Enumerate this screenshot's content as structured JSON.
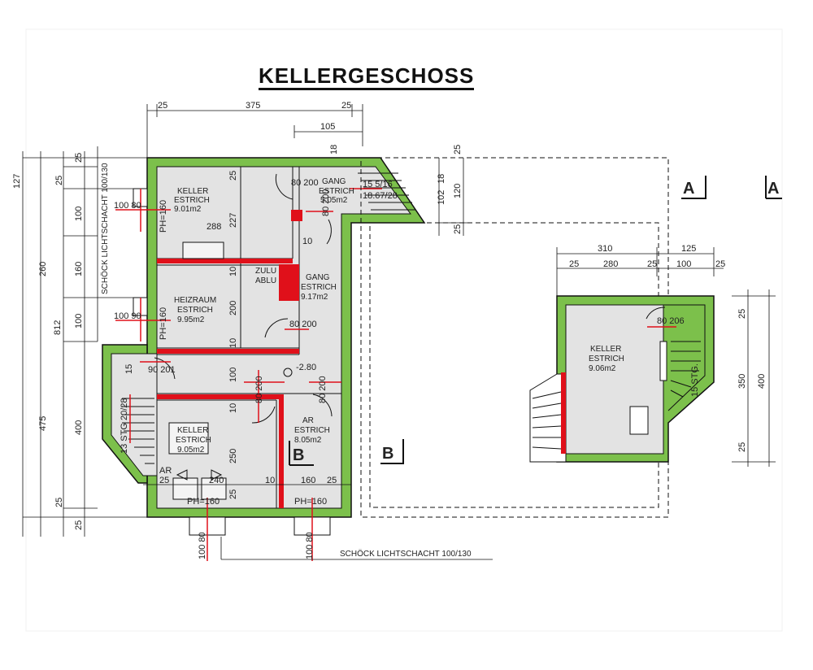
{
  "title": "KELLERGESCHOSS",
  "colors": {
    "wall": "#7cc04b",
    "accent": "#e0101a",
    "floor": "#e3e3e3",
    "line": "#111111"
  },
  "rooms": {
    "keller1": {
      "name": "KELLER",
      "floor": "ESTRICH",
      "area": "9.01m2"
    },
    "gang1": {
      "name": "GANG",
      "floor": "ESTRICH",
      "area": "5.05m2"
    },
    "heizraum": {
      "name": "HEIZRAUM",
      "floor": "ESTRICH",
      "area": "9.95m2"
    },
    "gang2": {
      "name": "GANG",
      "floor": "ESTRICH",
      "area": "9.17m2"
    },
    "keller2": {
      "name": "KELLER",
      "floor": "ESTRICH",
      "area": "9.05m2"
    },
    "ar": {
      "name": "AR",
      "floor": "ESTRICH",
      "area": "8.05m2"
    },
    "keller3": {
      "name": "KELLER",
      "floor": "ESTRICH",
      "area": "9.06m2"
    }
  },
  "labels": {
    "lichtschacht": "SCHÖCK LICHTSCHACHT 100/130",
    "zuluft": "ZULU",
    "abluft": "ABLU",
    "ph": "PH=160",
    "level": "-2.80",
    "stairs_main": "13 STG 20/28",
    "stairs_main_top": "15",
    "stairs_upper": "15 5/16",
    "stairs_upper_b": "18.67/28",
    "stairs_side": "15 STG.",
    "section_a": "A",
    "section_b": "B",
    "ar_label": "AR"
  },
  "doors": [
    "80 200",
    "80 200",
    "90 201",
    "80 200",
    "80 200",
    "80 200",
    "80 206",
    "100 80",
    "100 90",
    "100 80",
    "100 80"
  ],
  "dimensions": {
    "top": [
      "25",
      "375",
      "25"
    ],
    "top_inner": "105",
    "top_small": "18",
    "left_outer": [
      "127",
      "260",
      "475",
      "812"
    ],
    "left_inner": [
      "25",
      "100",
      "160",
      "100",
      "400",
      "25",
      "25"
    ],
    "left_top": "25",
    "mid": [
      "288",
      "227",
      "10",
      "200",
      "10",
      "100",
      "10",
      "250",
      "25",
      "10",
      "160",
      "25"
    ],
    "right_top": [
      "25",
      "120",
      "102",
      "18",
      "25"
    ],
    "right_house_top": [
      "310",
      "125"
    ],
    "right_house_inner": [
      "25",
      "280",
      "25",
      "100",
      "25"
    ],
    "right_house_side": [
      "25",
      "350",
      "400",
      "25"
    ],
    "bottom_pp": "PH=160",
    "sw": "240"
  }
}
